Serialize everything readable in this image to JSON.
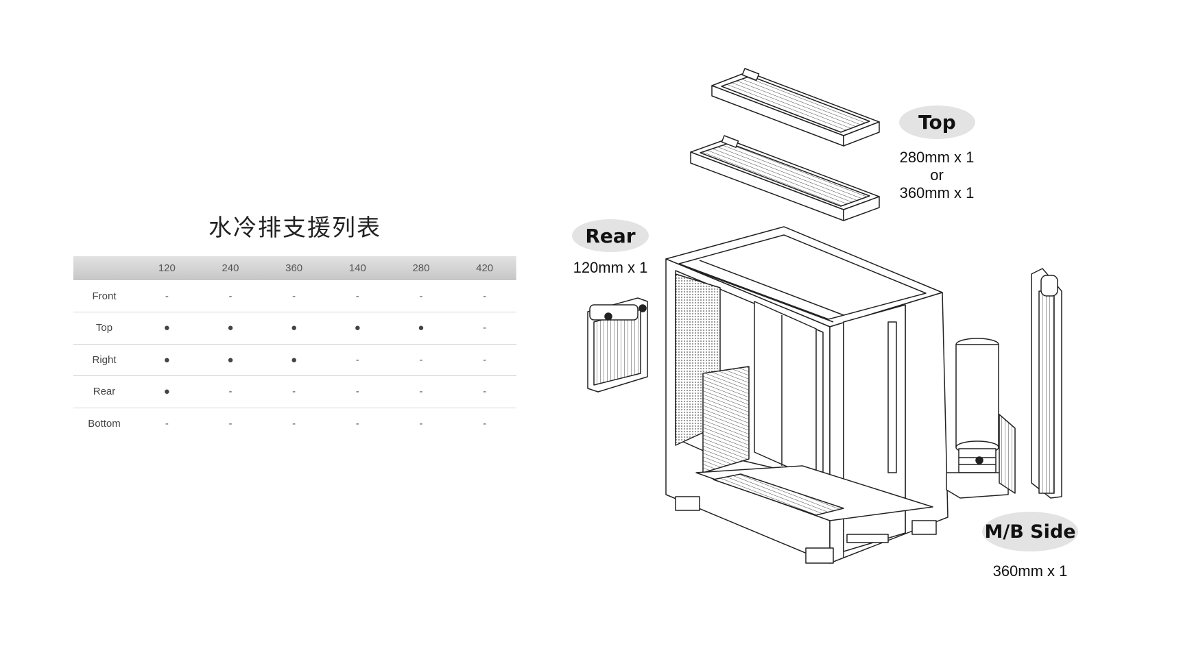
{
  "title": "水冷排支援列表",
  "table": {
    "columns": [
      "",
      "120",
      "240",
      "360",
      "140",
      "280",
      "420"
    ],
    "rows": [
      {
        "label": "Front",
        "cells": [
          "-",
          "-",
          "-",
          "-",
          "-",
          "-"
        ]
      },
      {
        "label": "Top",
        "cells": [
          "●",
          "●",
          "●",
          "●",
          "●",
          "-"
        ]
      },
      {
        "label": "Right",
        "cells": [
          "●",
          "●",
          "●",
          "-",
          "-",
          "-"
        ]
      },
      {
        "label": "Rear",
        "cells": [
          "●",
          "-",
          "-",
          "-",
          "-",
          "-"
        ]
      },
      {
        "label": "Bottom",
        "cells": [
          "-",
          "-",
          "-",
          "-",
          "-",
          "-"
        ]
      }
    ]
  },
  "diagram": {
    "top": {
      "label": "Top",
      "line1": "280mm x 1",
      "line2": "or",
      "line3": "360mm x 1"
    },
    "rear": {
      "label": "Rear",
      "line1": "120mm x 1"
    },
    "mb_side": {
      "label": "M/B Side",
      "line1": "360mm x 1"
    }
  }
}
